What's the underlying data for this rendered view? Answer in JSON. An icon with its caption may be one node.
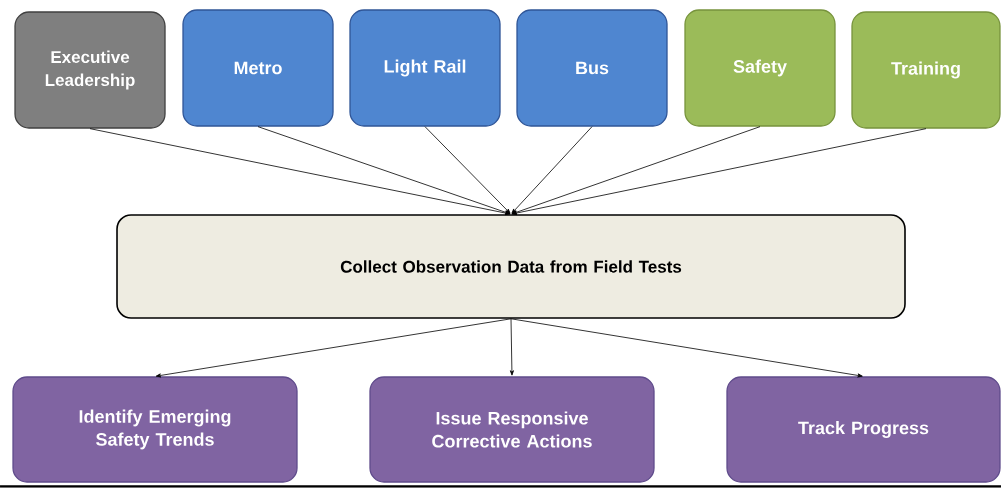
{
  "diagram": {
    "nodes": [
      {
        "text": [
          "Executive Leadership"
        ]
      },
      {
        "text": [
          "Metro"
        ]
      },
      {
        "text": [
          "Light Rail"
        ]
      },
      {
        "text": [
          "Bus"
        ]
      },
      {
        "text": [
          "Safety"
        ]
      },
      {
        "text": [
          "Training"
        ]
      },
      {
        "text": [
          "Collect Observation Data from Field Tests"
        ]
      },
      {
        "text": [
          "Identify Emerging Safety Trends"
        ]
      },
      {
        "text": [
          "Issue Responsive Corrective Actions"
        ]
      },
      {
        "text": [
          "Track Progress"
        ]
      }
    ],
    "edges": [
      {
        "from": 0,
        "to": 6,
        "arrow": "to"
      },
      {
        "from": 1,
        "to": 6,
        "arrow": "to"
      },
      {
        "from": 2,
        "to": 6,
        "arrow": "to"
      },
      {
        "from": 3,
        "to": 6,
        "arrow": "to"
      },
      {
        "from": 4,
        "to": 6,
        "arrow": "to"
      },
      {
        "from": 5,
        "to": 6,
        "arrow": "to"
      },
      {
        "from": 6,
        "to": 7,
        "arrow": "to"
      },
      {
        "from": 6,
        "to": 8,
        "arrow": "to"
      },
      {
        "from": 6,
        "to": 9,
        "arrow": "to"
      }
    ]
  }
}
